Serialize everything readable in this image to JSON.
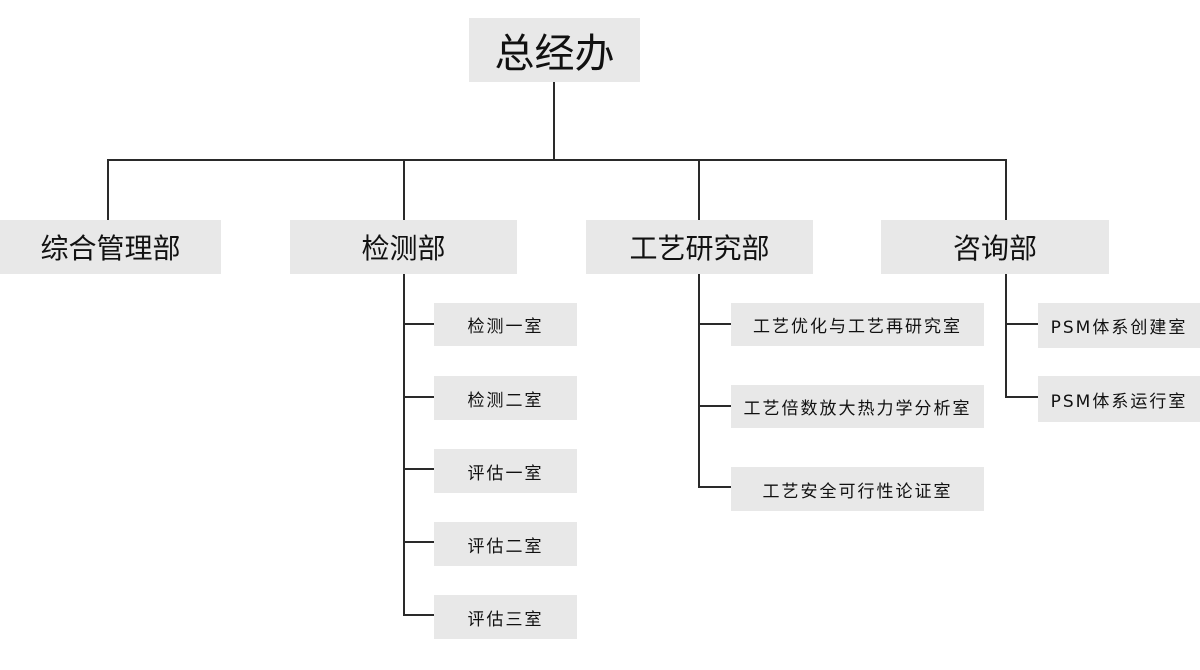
{
  "org_chart": {
    "root": {
      "label": "总经办"
    },
    "departments": [
      {
        "label": "综合管理部",
        "units": []
      },
      {
        "label": "检测部",
        "units": [
          "检测一室",
          "检测二室",
          "评估一室",
          "评估二室",
          "评估三室"
        ]
      },
      {
        "label": "工艺研究部",
        "units": [
          "工艺优化与工艺再研究室",
          "工艺倍数放大热力学分析室",
          "工艺安全可行性论证室"
        ]
      },
      {
        "label": "咨询部",
        "units": [
          "PSM体系创建室",
          "PSM体系运行室"
        ]
      }
    ]
  }
}
